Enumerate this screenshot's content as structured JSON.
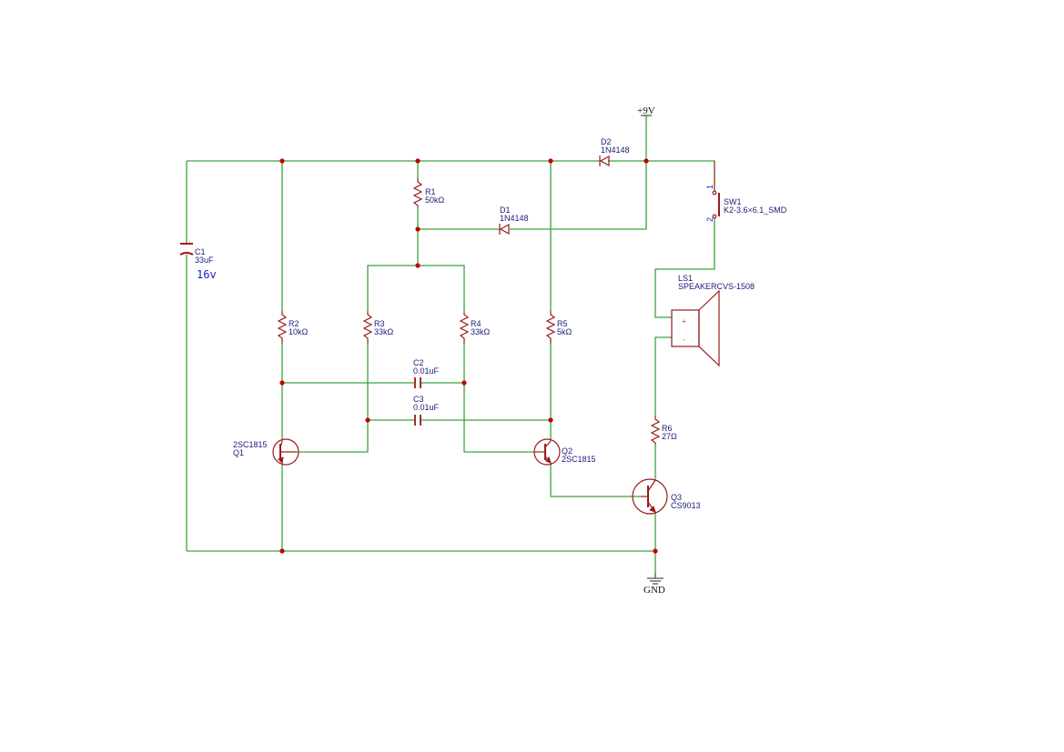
{
  "power": {
    "vcc": "+9V",
    "gnd": "GND"
  },
  "components": {
    "C1": {
      "ref": "C1",
      "value": "33uF",
      "note": "16v"
    },
    "R1": {
      "ref": "R1",
      "value": "50kΩ"
    },
    "R2": {
      "ref": "R2",
      "value": "10kΩ"
    },
    "R3": {
      "ref": "R3",
      "value": "33kΩ"
    },
    "R4": {
      "ref": "R4",
      "value": "33kΩ"
    },
    "R5": {
      "ref": "R5",
      "value": "5kΩ"
    },
    "R6": {
      "ref": "R6",
      "value": "27Ω"
    },
    "C2": {
      "ref": "C2",
      "value": "0.01uF"
    },
    "C3": {
      "ref": "C3",
      "value": "0.01uF"
    },
    "D1": {
      "ref": "D1",
      "value": "1N4148"
    },
    "D2": {
      "ref": "D2",
      "value": "1N4148"
    },
    "Q1": {
      "ref": "Q1",
      "value": "2SC1815"
    },
    "Q2": {
      "ref": "Q2",
      "value": "2SC1815"
    },
    "Q3": {
      "ref": "Q3",
      "value": "CS9013"
    },
    "SW1": {
      "ref": "SW1",
      "value": "K2-3.6×6.1_SMD",
      "pin1": "1",
      "pin2": "2"
    },
    "LS1": {
      "ref": "LS1",
      "value": "SPEAKERCVS-1508",
      "pin_plus": "+",
      "pin_minus": "-"
    }
  },
  "colors": {
    "wire": "#3aa33a",
    "symbol": "#9a1a1a",
    "junction": "#c40000",
    "label": "#1a1a7a"
  }
}
